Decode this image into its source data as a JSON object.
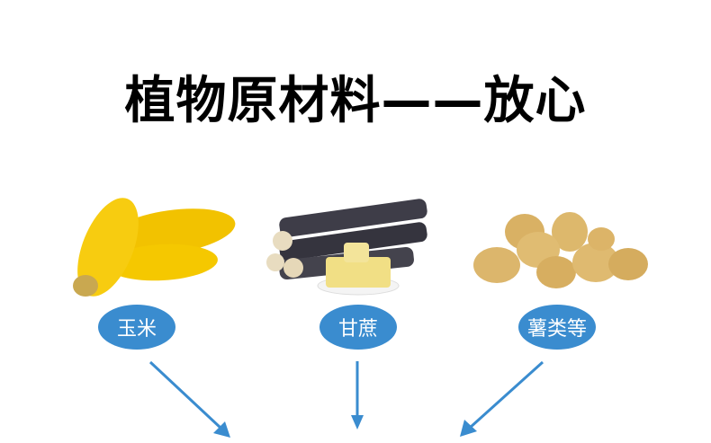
{
  "title": "植物原材料——放心",
  "items": [
    {
      "label": "玉米",
      "image": "corn"
    },
    {
      "label": "甘蔗",
      "image": "sugarcane"
    },
    {
      "label": "薯类等",
      "image": "potatoes"
    }
  ],
  "colors": {
    "accent": "#3a8ccf",
    "corn": "#f5c400",
    "cane": "#3a3a44",
    "potato": "#d9b46a"
  }
}
